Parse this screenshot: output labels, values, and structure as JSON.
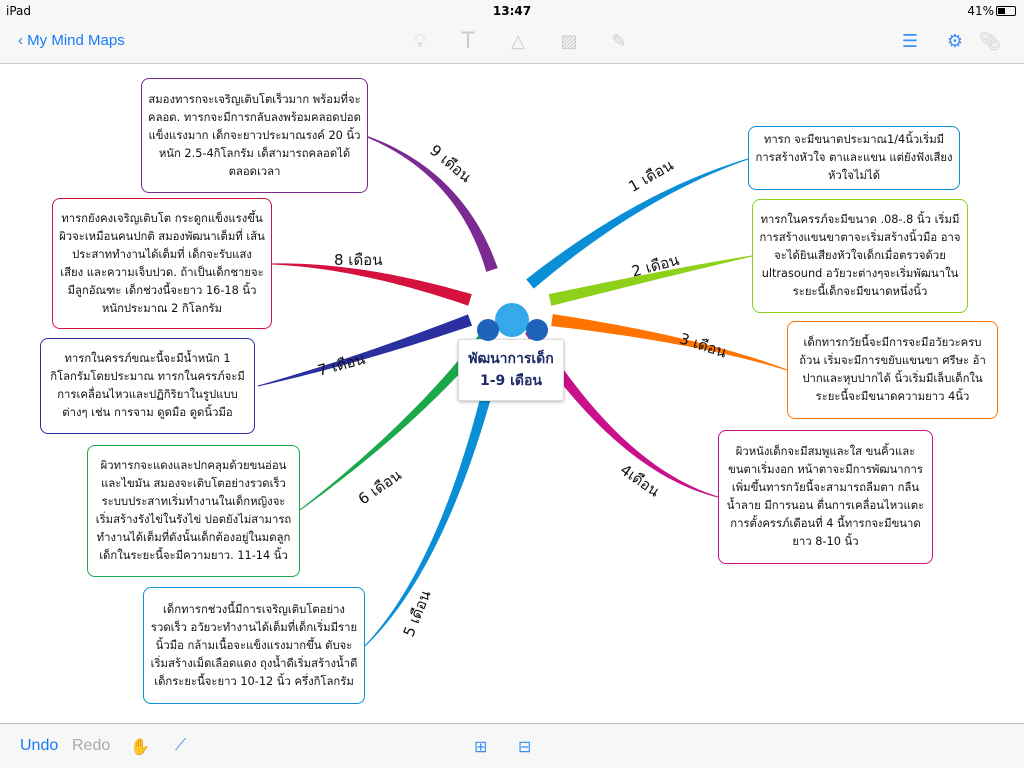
{
  "status": {
    "device": "iPad",
    "time": "13:47",
    "battery": "41%"
  },
  "nav": {
    "back_label": "My Mind Maps",
    "tools": [
      "lightbulb-icon",
      "text-icon",
      "shapes-icon",
      "image-icon",
      "pencil-icon"
    ],
    "right_tools": [
      "outline-icon",
      "map-settings-icon",
      "attachment-icon"
    ]
  },
  "center": {
    "line1": "พัฒนาการเด็ก",
    "line2": "1-9 เดือน"
  },
  "branches": [
    {
      "label": "1 เดือน",
      "color": "#0a8fd6",
      "text": "ทารก จะมีขนาดประมาณ1/4นิ้วเริ่มมีการสร้างหัวใจ ตาและแขน แต่ยังฟังเสียงหัวใจไม่ได้"
    },
    {
      "label": "2 เดือน",
      "color": "#8fd11a",
      "text": "ทารกในครรภ์จะมีขนาด .08-.8 นิ้ว เริ่มมีการสร้างแขนขาตาจะเริ่มสร้างนิ้วมือ อาจจะได้ยินเสียงหัวใจเด็กเมื่อตรวจด้วย ultrasound  อวัยวะต่างๆจะเริ่มพัฒนาในระยะนี้เด็กจะมีขนาดหนึ่งนิ้ว"
    },
    {
      "label": "3 เดือน",
      "color": "#ff7300",
      "text": "เด็กทารกวัยนี้จะมีการจะมีอวัยวะครบถ้วน เริ่มจะมีการขยับแขนขา ศรีษะ อ้าปากและหุบปากได้ นิ้วเริ่มมีเล็บเด็กในระยะนี้จะมีขนาดความยาว 4นิ้ว"
    },
    {
      "label": "4เดือน",
      "color": "#c8118b",
      "text": "ผิวหนังเด็กจะมีสมพูและใส ขนคิ้วและขนตาเริ่มงอก หน้าตาจะมีการพัฒนาการเพิ่มขึ้นทารกวัยนี้จะสามารถลืมตา กลืนน้ำลาย มีการนอน ตื่นการเคลื่อนไหวแตะ การตั้งครรภ์เดือนที่ 4 นี้ทารกจะมีขนาดยาว 8-10 นิ้ว"
    },
    {
      "label": "5 เดือน",
      "color": "#0a8fd6",
      "text": "เด็กทารกช่วงนี้มีการเจริญเติบโตอย่างรวดเร็ว อวัยวะทำงานได้เต็มที่เด็กเริ่มมีรายนิ้วมือ กล้ามเนื้อจะแข็งแรงมากขึ้น ตับจะเริ่มสร้างเม็ดเลือดแดง ถุงน้ำดีเริ่มสร้างน้ำดี เด็กระยะนี้จะยาว 10-12 นิ้ว ครึ่งกิโลกรัม"
    },
    {
      "label": "6 เดือน",
      "color": "#1aa84a",
      "text": "ผิวทารกจะแดงและปกคลุมด้วยขนอ่อนและไขมัน สมองจะเติบโตอย่างรวดเร็ว ระบบประสาทเริ่มทำงานในเด็กหญิงจะเริ่มสร้างรังไข่ในรังไข่ ปอดยังไม่สามารถทำงานได้เต็มที่ดังนั้นเด็กต้องอยู่ในมดลูก เด็กในระยะนี้จะมีความยาว. 11-14 นิ้ว"
    },
    {
      "label": "7 เดือน",
      "color": "#2b2fa0",
      "text": "ทารกในครรภ์ขณะนี้จะมีน้ำหนัก 1 กิโลกรัมโดยประมาณ ทารกในครรภ์จะมีการเคลื่อนไหวและปฏิกิริยาในรูปแบบต่างๆ เช่น การจาม ดูดมือ ดูดนิ้วมือ"
    },
    {
      "label": "8 เดือน",
      "color": "#d4123d",
      "text": "ทารกยังคงเจริญเติบโต กระดูกแข็งแรงขึ้น ผิวจะเหมือนคนปกติ สมองพัฒนาเต็มที่ เส้นประสาททำงานได้เต็มที่ เด็กจะรับแสง เสียง และความเจ็บปวด. ถ้าเป็นเด็กชายจะมีลูกอัณฑะ เด็กช่วงนี้จะยาว 16-18  นิ้ว หนักประมาณ 2  กิโลกรัม"
    },
    {
      "label": "9 เดือน",
      "color": "#7a2a90",
      "text": "สมองทารกจะเจริญเติบโตเร็วมาก พร้อมที่จะคลอด. ทารกจะมีการกลับลงพร้อมคลอดปอดแข็งแรงมาก เด็กจะยาวประมาณรงค์ 20 นิ้ว หนัก 2.5-4กิโลกรัม เด็สามารถคลอดได้ตลอดเวลา"
    }
  ],
  "bottom": {
    "undo": "Undo",
    "redo": "Redo",
    "tools": [
      "magic-hand-icon",
      "brush-icon",
      "add-child-topic-icon",
      "add-sibling-topic-icon"
    ]
  }
}
